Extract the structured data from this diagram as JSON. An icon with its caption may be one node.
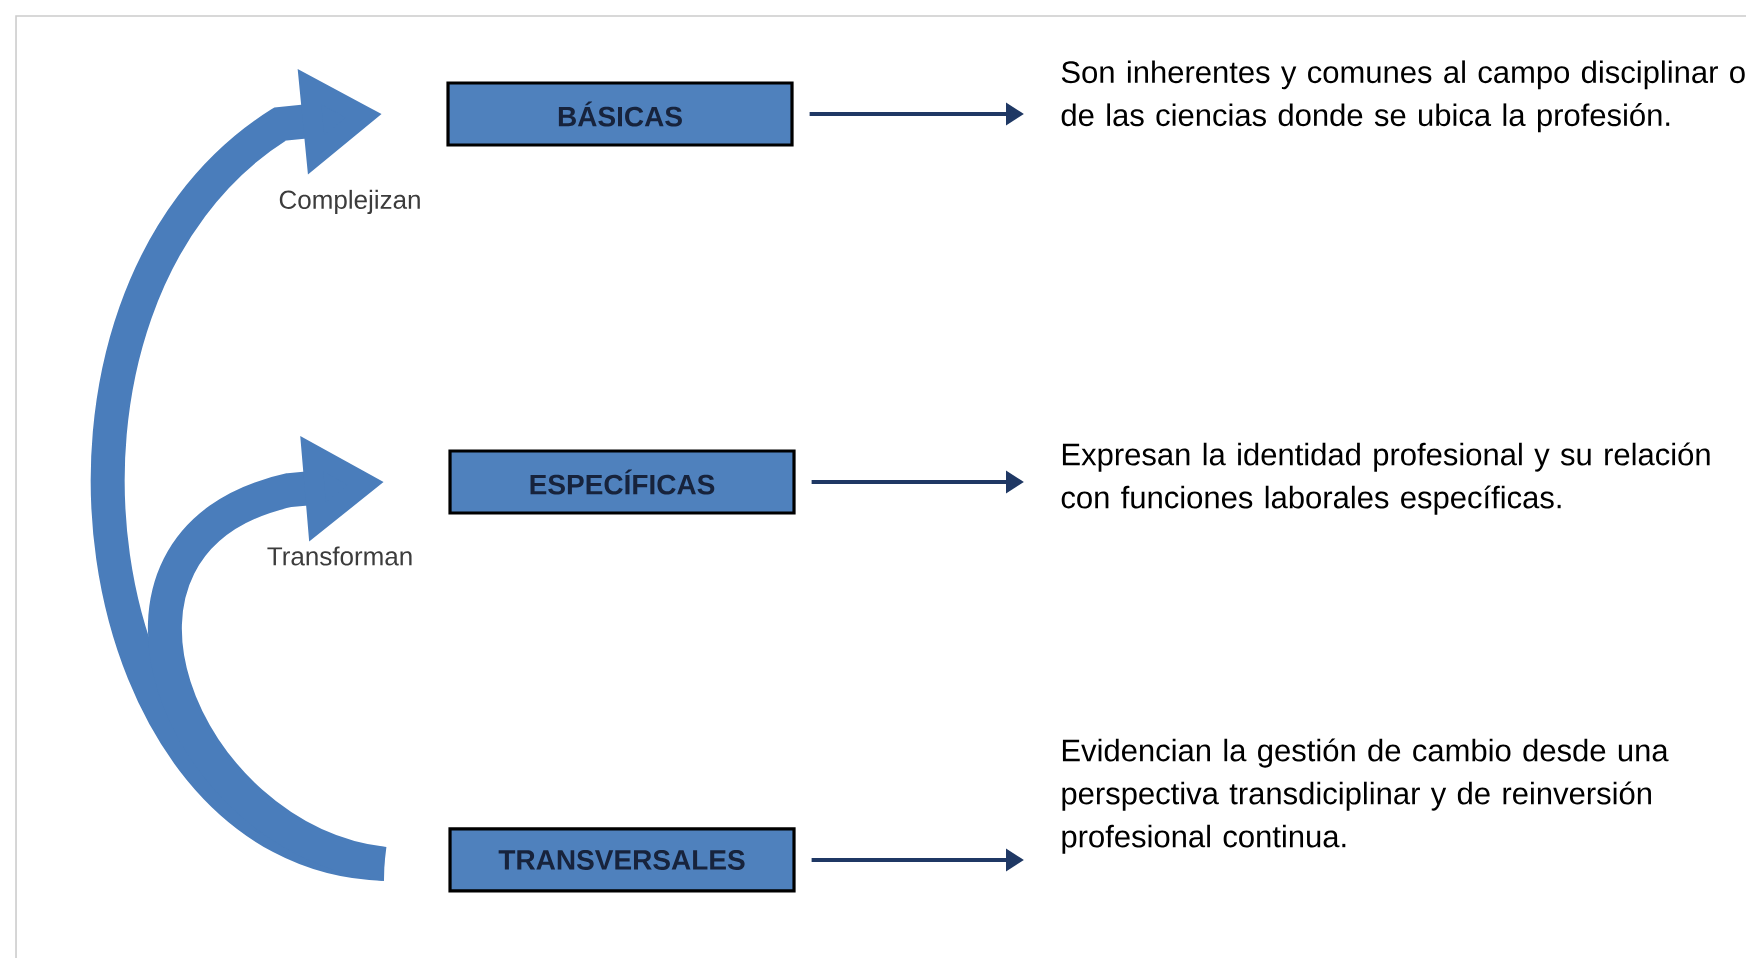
{
  "diagram": {
    "nodes": [
      {
        "text": [
          "BÁSICAS"
        ]
      },
      {
        "text": [
          "ESPECÍFICAS"
        ]
      },
      {
        "text": [
          "TRANSVERSALES"
        ]
      },
      {
        "text": [
          "Son inherentes y comunes al campo disciplinar o de las ciencias donde se ubica la profesión."
        ]
      },
      {
        "text": [
          "Expresan la identidad profesional y su relación con funciones laborales específicas."
        ]
      },
      {
        "text": [
          "Evidencian la gestión de cambio desde una perspectiva transdiciplinar y de reinversión profesional continua."
        ]
      }
    ],
    "edges": [
      {
        "from": 0,
        "to": 3,
        "arrow": "to"
      },
      {
        "from": 1,
        "to": 4,
        "arrow": "to"
      },
      {
        "from": 2,
        "to": 5,
        "arrow": "to"
      },
      {
        "from": 2,
        "to": 0,
        "arrow": "to",
        "label": "Complejizan",
        "style": "thick",
        "color": "#4a7dbb"
      },
      {
        "from": 2,
        "to": 1,
        "arrow": "to",
        "label": "Transforman",
        "style": "thick",
        "color": "#4a7dbb"
      }
    ]
  }
}
